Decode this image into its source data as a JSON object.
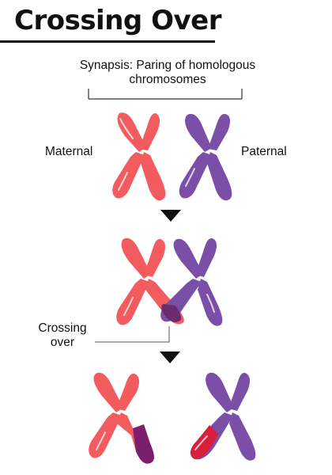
{
  "title": "Crossing Over",
  "synapsis_caption": "Synapsis: Paring of homologous chromosomes",
  "labels": {
    "maternal": "Maternal",
    "paternal": "Paternal",
    "crossing_over": "Crossing over"
  },
  "colors": {
    "maternal": "#f25c5e",
    "paternal": "#7b4fa8",
    "overlap": "#6a2c6d",
    "maternal_segment_on_paternal": "#d91f3c",
    "paternal_segment_on_maternal": "#7a1f6b",
    "text": "#111111"
  }
}
